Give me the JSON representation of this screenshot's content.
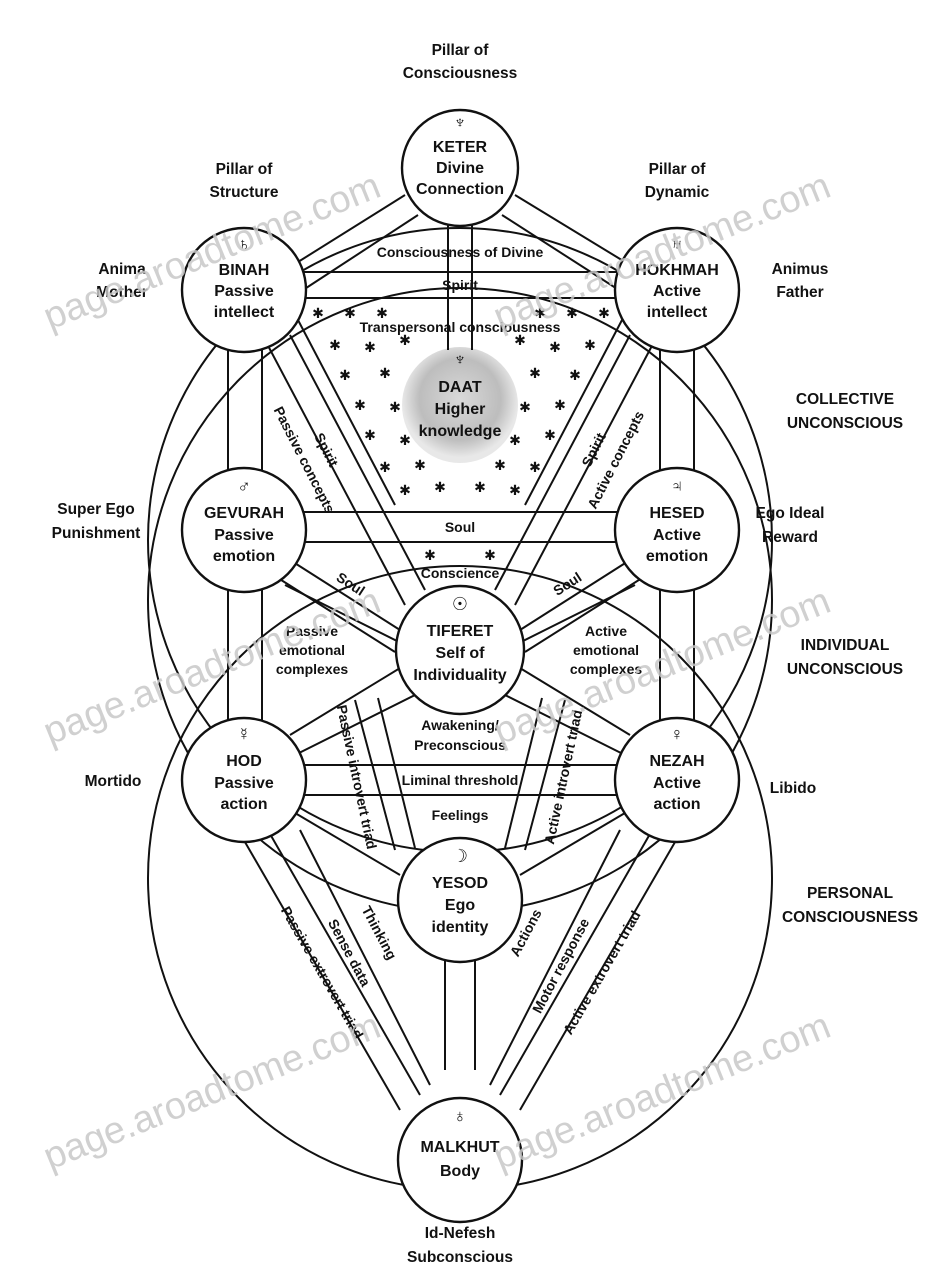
{
  "outer_labels": {
    "pillar_consciousness": [
      "Pillar of",
      "Consciousness"
    ],
    "pillar_structure": [
      "Pillar of",
      "Structure"
    ],
    "pillar_dynamic": [
      "Pillar of",
      "Dynamic"
    ],
    "anima_mother": [
      "Anima",
      "Mother"
    ],
    "animus_father": [
      "Animus",
      "Father"
    ],
    "collective_unconscious": [
      "COLLECTIVE",
      "UNCONSCIOUS"
    ],
    "super_ego": [
      "Super Ego",
      "Punishment"
    ],
    "ego_ideal": [
      "Ego Ideal",
      "Reward"
    ],
    "individual_unconscious": [
      "INDIVIDUAL",
      "UNCONSCIOUS"
    ],
    "mortido": "Mortido",
    "libido": "Libido",
    "personal_consciousness": [
      "PERSONAL",
      "CONSCIOUSNESS"
    ],
    "id_nefesh": [
      "Id-Nefesh",
      "Subconscious"
    ]
  },
  "nodes": {
    "keter": {
      "symbol": "♆",
      "lines": [
        "KETER",
        "Divine",
        "Connection"
      ]
    },
    "binah": {
      "symbol": "♄",
      "lines": [
        "BINAH",
        "Passive",
        "intellect"
      ]
    },
    "hokhmah": {
      "symbol": "♅",
      "lines": [
        "HOKHMAH",
        "Active",
        "intellect"
      ]
    },
    "daat": {
      "symbol": "♆",
      "lines": [
        "DAAT",
        "Higher",
        "knowledge"
      ]
    },
    "gevurah": {
      "symbol": "♂",
      "lines": [
        "GEVURAH",
        "Passive",
        "emotion"
      ]
    },
    "hesed": {
      "symbol": "♃",
      "lines": [
        "HESED",
        "Active",
        "emotion"
      ]
    },
    "tiferet": {
      "symbol": "☉",
      "lines": [
        "TIFERET",
        "Self of",
        "Individuality"
      ]
    },
    "hod": {
      "symbol": "☿",
      "lines": [
        "HOD",
        "Passive",
        "action"
      ]
    },
    "nezah": {
      "symbol": "♀",
      "lines": [
        "NEZAH",
        "Active",
        "action"
      ]
    },
    "yesod": {
      "symbol": "☽",
      "lines": [
        "YESOD",
        "Ego",
        "identity"
      ]
    },
    "malkhut": {
      "symbol": "♁",
      "lines": [
        "MALKHUT",
        "Body"
      ]
    }
  },
  "paths": {
    "consciousness_of_divine": "Consciousness of Divine",
    "spirit_top": "Spirit",
    "transpersonal": "Transpersonal consciousness",
    "spirit_left": "Spirit",
    "passive_concepts": "Passive concepts",
    "spirit_right": "Spirit",
    "active_concepts": "Active concepts",
    "soul_mid": "Soul",
    "conscience": "Conscience",
    "soul_left": "Soul",
    "soul_right": "Soul",
    "passive_emotional_complexes": [
      "Passive",
      "emotional",
      "complexes"
    ],
    "active_emotional_complexes": [
      "Active",
      "emotional",
      "complexes"
    ],
    "awakening": [
      "Awakening/",
      "Preconscious"
    ],
    "liminal_threshold": "Liminal threshold",
    "feelings": "Feelings",
    "passive_introvert_triad": "Passive introvert triad",
    "active_introvert_triad": "Active introvert triad",
    "thinking": "Thinking",
    "sense_data": "Sense data",
    "actions": "Actions",
    "motor_response": "Motor response",
    "passive_extrovert_triad": "Passive extrovert triad",
    "active_extrovert_triad": "Active extrovert triad"
  },
  "watermark": "page.aroadtome.com"
}
